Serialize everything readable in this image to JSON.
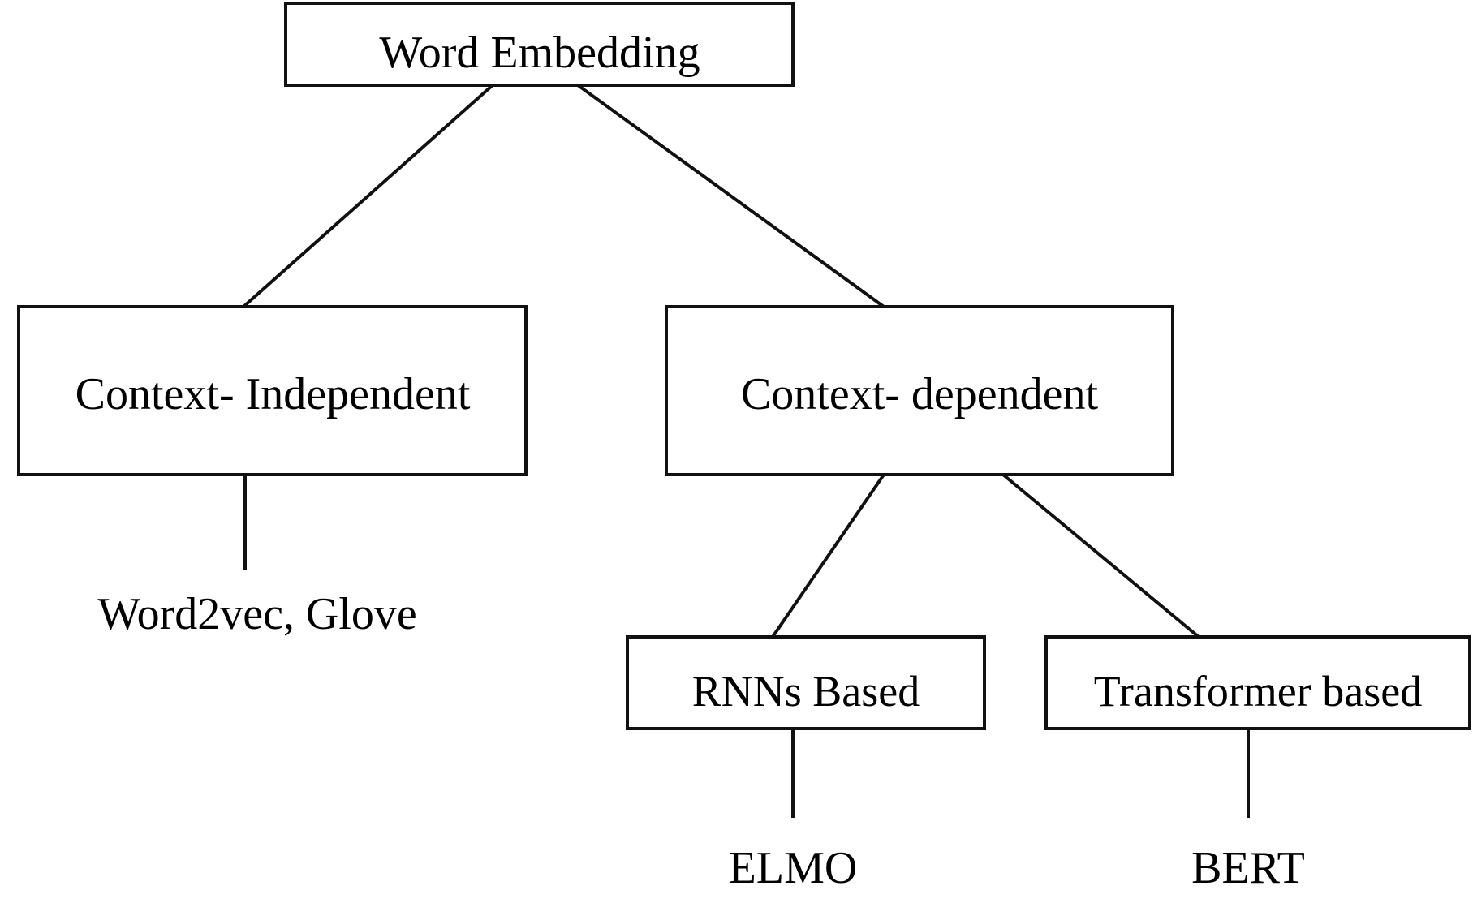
{
  "diagram": {
    "root": {
      "label": "Word Embedding"
    },
    "context_independent": {
      "label": "Context- Independent",
      "examples": "Word2vec, Glove"
    },
    "context_dependent": {
      "label": "Context- dependent",
      "rnn": {
        "label": "RNNs Based",
        "example": "ELMO"
      },
      "transformer": {
        "label": "Transformer based",
        "example": "BERT"
      }
    }
  }
}
